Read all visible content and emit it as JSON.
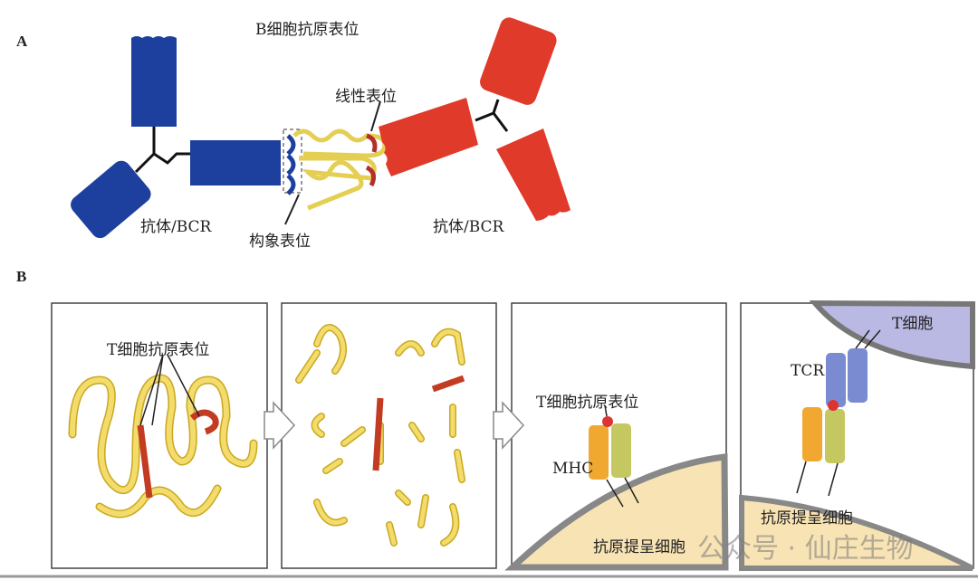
{
  "panel_a": {
    "label": "A",
    "title": "B细胞抗原表位",
    "antibody_left": "抗体/BCR",
    "antibody_right": "抗体/BCR",
    "conformational": "构象表位",
    "linear": "线性表位"
  },
  "panel_b": {
    "label": "B",
    "t_epitope_1": "T细胞抗原表位",
    "t_epitope_3": "T细胞抗原表位",
    "mhc": "MHC",
    "apc_3": "抗原提呈细胞",
    "apc_4": "抗原提呈细胞",
    "t_cell": "T细胞",
    "tcr": "TCR"
  },
  "watermark": "公众号 · 仙庄生物",
  "colors": {
    "blue": "#1d3f9e",
    "red": "#e03a2a",
    "yellow": "#f3dc6c",
    "cell": "#f8e3b4",
    "tcell": "#b9b9e3"
  }
}
